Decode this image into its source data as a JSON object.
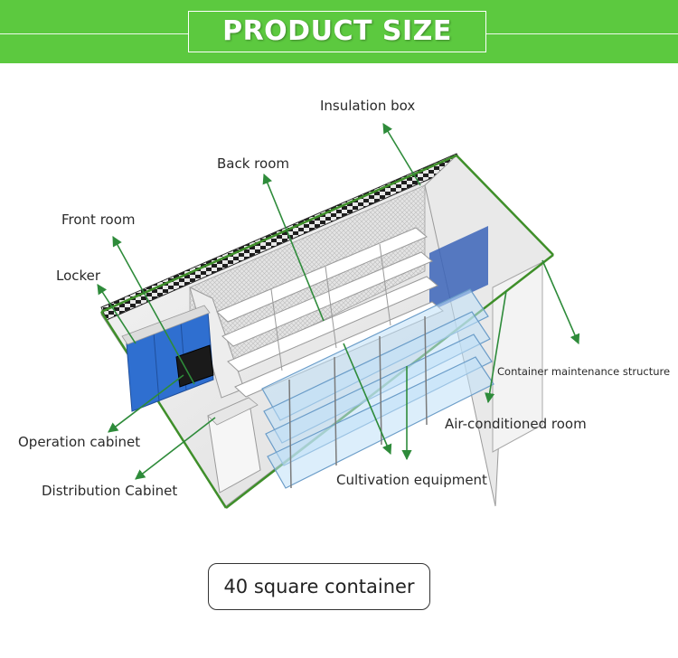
{
  "header": {
    "title": "PRODUCT SIZE"
  },
  "labels": {
    "insulation_box": "Insulation box",
    "back_room": "Back room",
    "front_room": "Front room",
    "locker": "Locker",
    "operation_cabinet": "Operation cabinet",
    "distribution_cabinet": "Distribution Cabinet",
    "container_maintenance": "Container maintenance structure",
    "air_conditioned_room": "Air-conditioned room",
    "cultivation_equipment": "Cultivation equipment"
  },
  "caption": "40 square container",
  "colors": {
    "banner_green": "#5cc93f",
    "arrow_green": "#2e8b3a",
    "frame_green": "#3f8f2a",
    "cabinet_blue": "#2f6fd0",
    "rack_blue": "#8fc3ea"
  }
}
